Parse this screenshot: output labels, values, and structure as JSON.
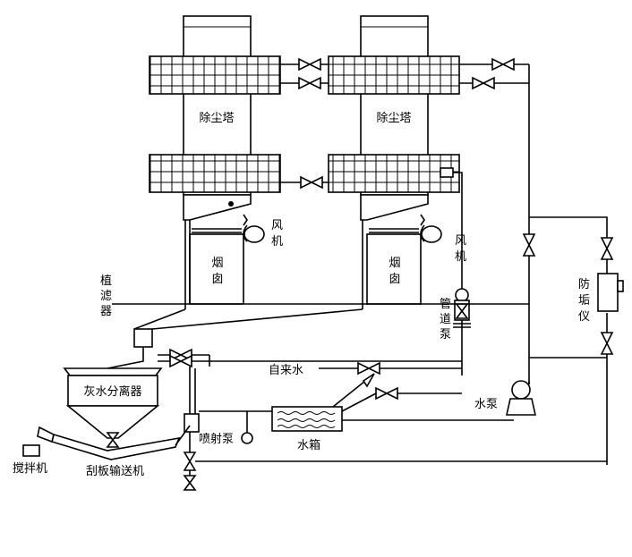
{
  "labels": {
    "tower_left": "除尘塔",
    "tower_right": "除尘塔",
    "fan_left": [
      "风",
      "机"
    ],
    "fan_right": [
      "风",
      "机"
    ],
    "chimney_left": [
      "烟",
      "囱"
    ],
    "chimney_right": [
      "烟",
      "囱"
    ],
    "filter": [
      "植",
      "滤",
      "器"
    ],
    "pipeline_pump": [
      "管",
      "道",
      "泵"
    ],
    "antiscale": [
      "防",
      "垢",
      "仪"
    ],
    "tap_water": "自来水",
    "separator": "灰水分离器",
    "water_pump": "水泵",
    "jet_pump": "喷射泵",
    "water_tank": "水箱",
    "mixer": "搅拌机",
    "conveyor": "刮板输送机"
  }
}
